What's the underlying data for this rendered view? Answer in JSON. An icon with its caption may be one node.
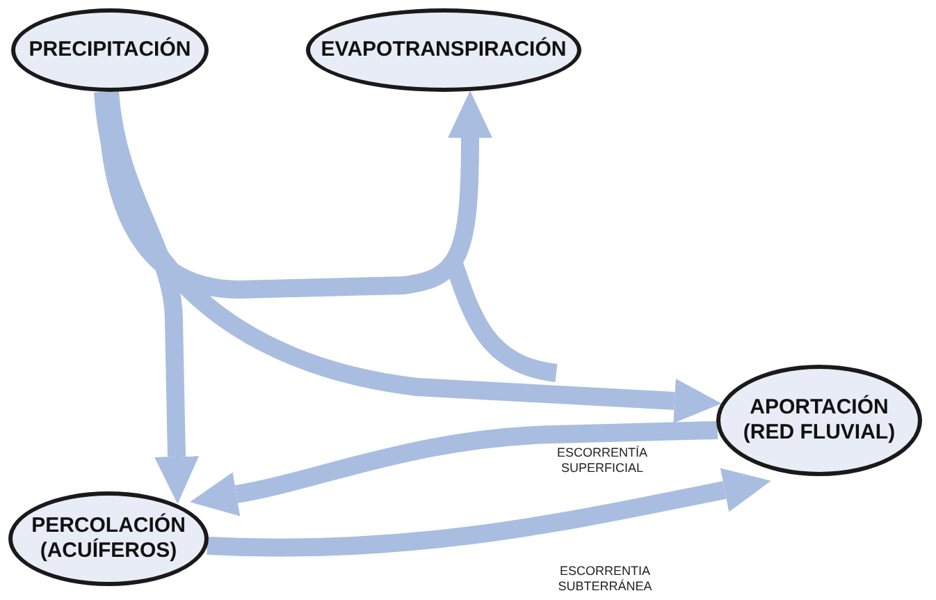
{
  "diagram": {
    "nodes": [
      {
        "text": [
          "PRECIPITACIÓN"
        ]
      },
      {
        "text": [
          "EVAPOTRANSPIRACIÓN"
        ]
      },
      {
        "text": [
          "APORTACIÓN (RED FLUVIAL)"
        ]
      },
      {
        "text": [
          "PERCOLACIÓN (ACUÍFEROS)"
        ]
      }
    ],
    "edges": [
      {
        "from": 0,
        "to": 1,
        "arrow": "to"
      },
      {
        "from": 0,
        "to": 3,
        "arrow": "to"
      },
      {
        "from": 0,
        "to": 2,
        "arrow": "to"
      },
      {
        "from": 2,
        "to": 3,
        "arrow": "to",
        "label": "ESCORRENTÍA SUPERFICIAL"
      },
      {
        "from": 3,
        "to": 2,
        "arrow": "to",
        "label": "ESCORRENTIA SUBTERRÁNEA"
      }
    ]
  }
}
